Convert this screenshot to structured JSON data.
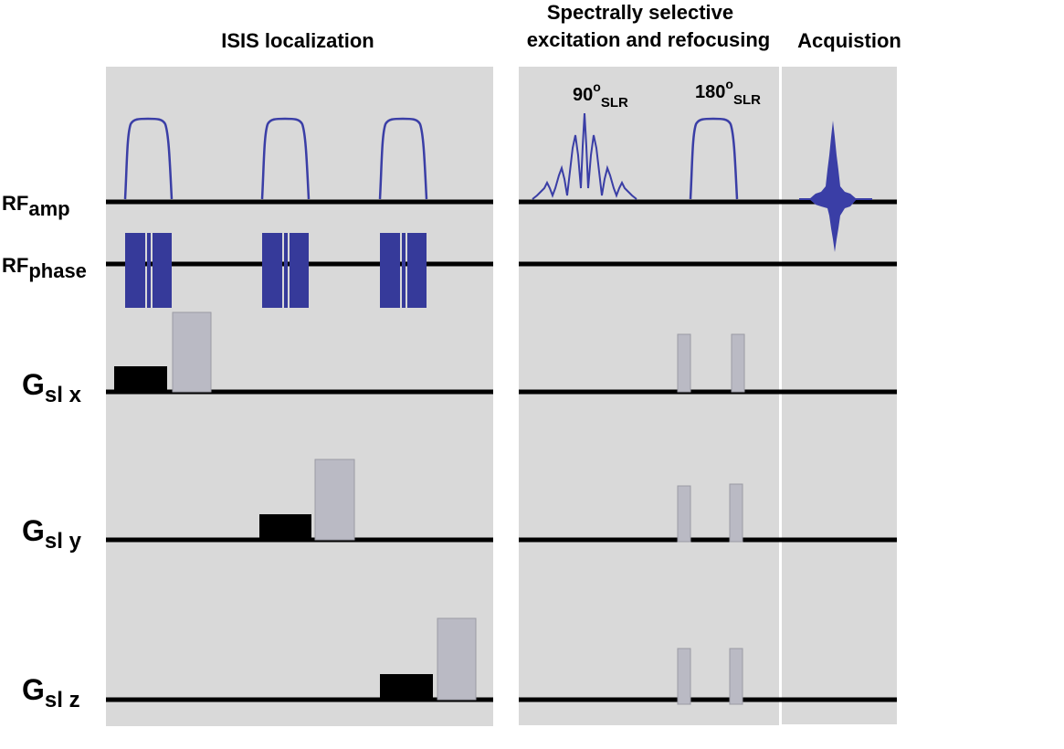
{
  "headers": {
    "isis": "ISIS localization",
    "spectral_line1": "Spectrally selective",
    "spectral_line2": "excitation and refocusing",
    "acquisition": "Acquistion"
  },
  "rows": {
    "rf_amp": {
      "main": "RF",
      "sub": "amp"
    },
    "rf_phase": {
      "main": "RF",
      "sub": "phase"
    },
    "gx": {
      "main": "G",
      "sub": "sl x"
    },
    "gy": {
      "main": "G",
      "sub": "sl y"
    },
    "gz": {
      "main": "G",
      "sub": "sl z"
    }
  },
  "pulse_labels": {
    "p90": {
      "main": "90",
      "sup": "o",
      "sub": "SLR"
    },
    "p180": {
      "main": "180",
      "sup": "o",
      "sub": "SLR"
    }
  },
  "colors": {
    "panel": "#d9d9d9",
    "pulse": "#3a3ea6",
    "phase_block": "#363a9a",
    "gradient_black": "#000000",
    "gradient_gray": "#babac4",
    "line": "#000000"
  }
}
